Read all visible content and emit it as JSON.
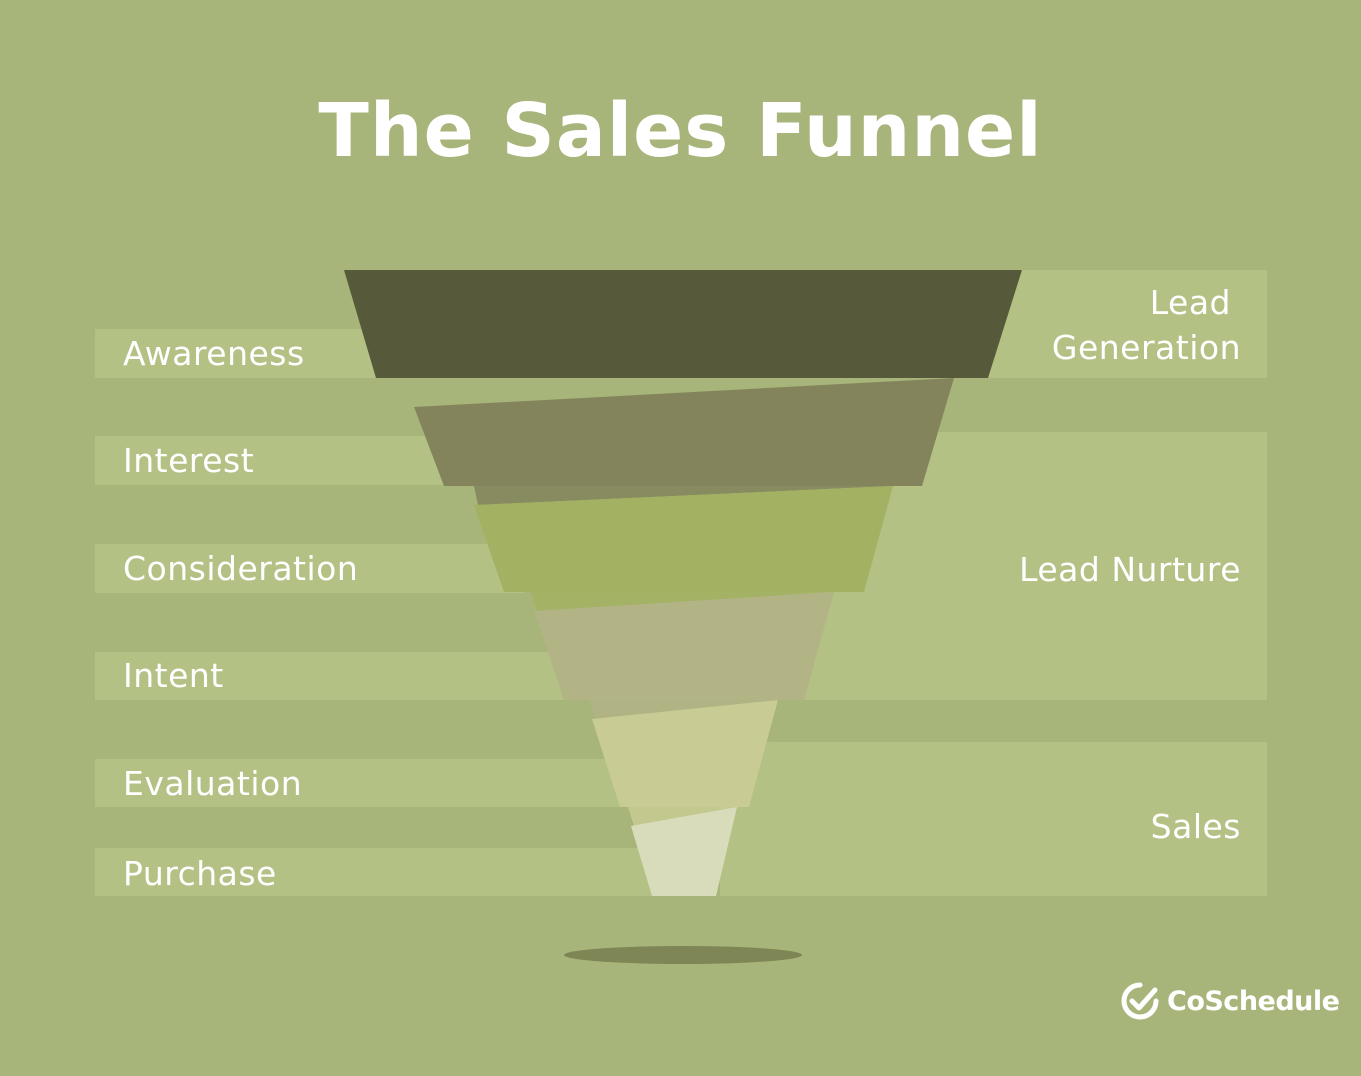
{
  "title": "The Sales Funnel",
  "stages": [
    {
      "label": "Awareness",
      "color": "#56593a"
    },
    {
      "label": "Interest",
      "color": "#83845b"
    },
    {
      "label": "Consideration",
      "color": "#a3b163"
    },
    {
      "label": "Intent",
      "color": "#b2b486"
    },
    {
      "label": "Evaluation",
      "color": "#c8cb93"
    },
    {
      "label": "Purchase",
      "color": "#d9dcbb"
    }
  ],
  "phases": [
    {
      "label": "Lead Generation",
      "lines": [
        "Lead",
        "Generation"
      ]
    },
    {
      "label": "Lead Nurture",
      "lines": [
        "Lead Nurture"
      ]
    },
    {
      "label": "Sales",
      "lines": [
        "Sales"
      ]
    }
  ],
  "colors": {
    "background": "#a8b57a",
    "band": "#b4c185",
    "text": "#ffffff",
    "shadow": "#7f8656"
  },
  "brand": {
    "name": "CoSchedule",
    "icon": "checkmark-circle-icon"
  }
}
